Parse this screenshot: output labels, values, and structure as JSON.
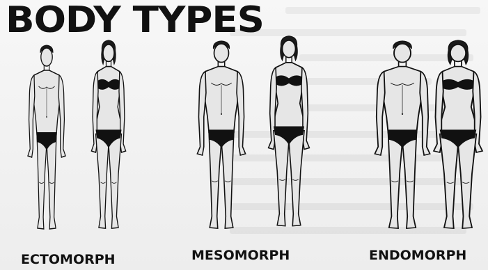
{
  "diagram": {
    "title": "BODY TYPES",
    "groups": [
      {
        "id": "ectomorph",
        "label": "ECTOMORPH",
        "figures": [
          "male",
          "female"
        ]
      },
      {
        "id": "mesomorph",
        "label": "MESOMORPH",
        "figures": [
          "male",
          "female"
        ]
      },
      {
        "id": "endomorph",
        "label": "ENDOMORPH",
        "figures": [
          "male",
          "female"
        ]
      }
    ]
  },
  "colors": {
    "ink": "#111111",
    "skin": "#e6e6e6",
    "garment": "#111111",
    "hair": "#1a1a1a",
    "background": "#f2f2f2"
  }
}
